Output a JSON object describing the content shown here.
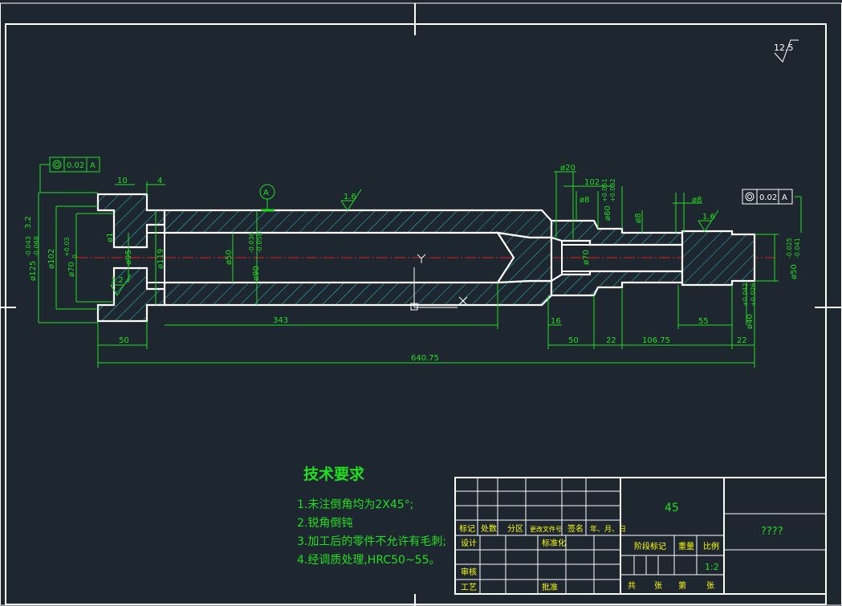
{
  "surface_finish_global": "12.5",
  "tolerance_frames": [
    {
      "symbol": "concentricity-symbol",
      "value": "0.02",
      "datum": "A"
    },
    {
      "symbol": "concentricity-symbol",
      "value": "0.02",
      "datum": "A"
    }
  ],
  "datum_label": "A",
  "roughness_labels": [
    "1.6",
    "1.6",
    "3.2"
  ],
  "dimensions": {
    "d10": "10",
    "d4": "4",
    "d20": "ø20",
    "d102": "102",
    "d8a": "ø8",
    "d8b": "ø8",
    "d8c": "ø8",
    "d60": "ø60",
    "d60tol_up": "+0.051",
    "d60tol_dn": "+0.032",
    "d125": "ø125",
    "d125tol_up": "-0.043",
    "d125tol_dn": "-0.068",
    "d32": "3.2",
    "d102v": "ø102",
    "d70": "ø70",
    "d70tol": "+0.03",
    "d70tol0": "0",
    "d1": "ø1",
    "d95": "ø95",
    "d32b": "3.2",
    "d119": "ø119",
    "d50": "ø50",
    "d90": "ø90",
    "d90tol_up": "-0.036",
    "d90tol_dn": "-0.058",
    "d70b": "ø70",
    "d50r": "ø50",
    "d50r_up": "-0.025",
    "d50r_dn": "-0.041",
    "d40": "ø40",
    "d40_up": "+0.042",
    "d40_dn": "+0.026",
    "d343": "343",
    "d16": "16",
    "d55": "55",
    "d50b": "50",
    "d50c": "50",
    "d22a": "22",
    "d10675": "106.75",
    "d22b": "22",
    "d64075": "640.75"
  },
  "tech_requirements": {
    "title": "技术要求",
    "items": [
      "1.未注倒角均为2X45°;",
      "2.锐角倒钝",
      "3.加工后的零件不允许有毛刺;",
      "4.经调质处理,HRC50~55。"
    ]
  },
  "title_block": {
    "material": "45",
    "part_name": "????",
    "scale": "1:2",
    "rev_headers": [
      "标记",
      "处数",
      "分区",
      "更改文件号",
      "签名",
      "年、月、日"
    ],
    "design": "设计",
    "standardize": "标准化",
    "stage_mark": "阶段标记",
    "weight": "重量",
    "ratio": "比例",
    "review": "审核",
    "process": "工艺",
    "approve": "批准",
    "total": "共",
    "sheets": "张",
    "page": "第",
    "sheet2": "张"
  },
  "colors": {
    "background": "#1e2630",
    "outline": "#ffffff",
    "dimension": "#22dd22",
    "centerline": "#dd2222",
    "hatch": "#22cccc"
  }
}
